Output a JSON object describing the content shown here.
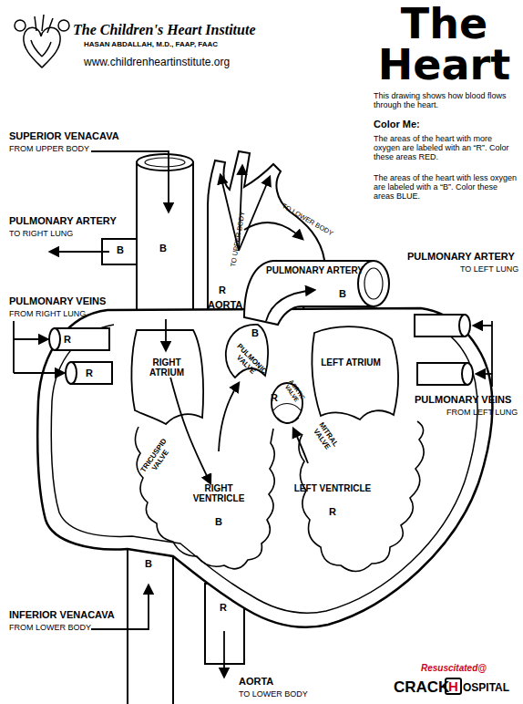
{
  "diagram": {
    "title": "The Heart",
    "nodes": [
      {
        "text": [
          "RIGHT ATRIUM"
        ]
      },
      {
        "text": [
          "LEFT ATRIUM"
        ]
      },
      {
        "text": [
          "RIGHT VENTRICLE",
          "B"
        ]
      },
      {
        "text": [
          "LEFT VENTRICLE",
          "R"
        ]
      }
    ],
    "edges": [
      {
        "from": 0,
        "to": 2,
        "arrow": "to"
      }
    ],
    "labels": [
      "The Children's Heart Institute",
      "HASAN ABDALLAH, M.D., FAAP, FAAC",
      "www.childrenheartinstitute.org",
      "This drawing shows how blood flows through the heart.",
      "Color Me:",
      "The areas of the heart with more oxygen are labeled with an “R”. Color these areas RED.",
      "The areas of the heart with less oxygen are labeled with a “B”. Color these areas BLUE.",
      "SUPERIOR VENACAVA",
      "FROM UPPER BODY",
      "PULMONARY ARTERY",
      "TO RIGHT LUNG",
      "B",
      "B",
      "TO UPPER BODY",
      "TO LOWER BODY",
      "R",
      "AORTA",
      "PULMONARY ARTERY",
      "B",
      "PULMONARY ARTERY",
      "TO LEFT LUNG",
      "PULMONARY VEINS",
      "FROM RIGHT LUNG",
      "R",
      "R",
      "B",
      "PULMONIC VALVE",
      "AORTIC VALVE",
      "R",
      "TRICUSPID VALVE",
      "MITRAL VALVE",
      "PULMONARY VEINS",
      "FROM LEFT LUNG",
      "B",
      "INFERIOR VENACAVA",
      "FROM LOWER BODY",
      "R",
      "AORTA",
      "TO LOWER BODY",
      "Resuscitated@",
      "CRACK",
      "H",
      "OSPITAL"
    ]
  }
}
